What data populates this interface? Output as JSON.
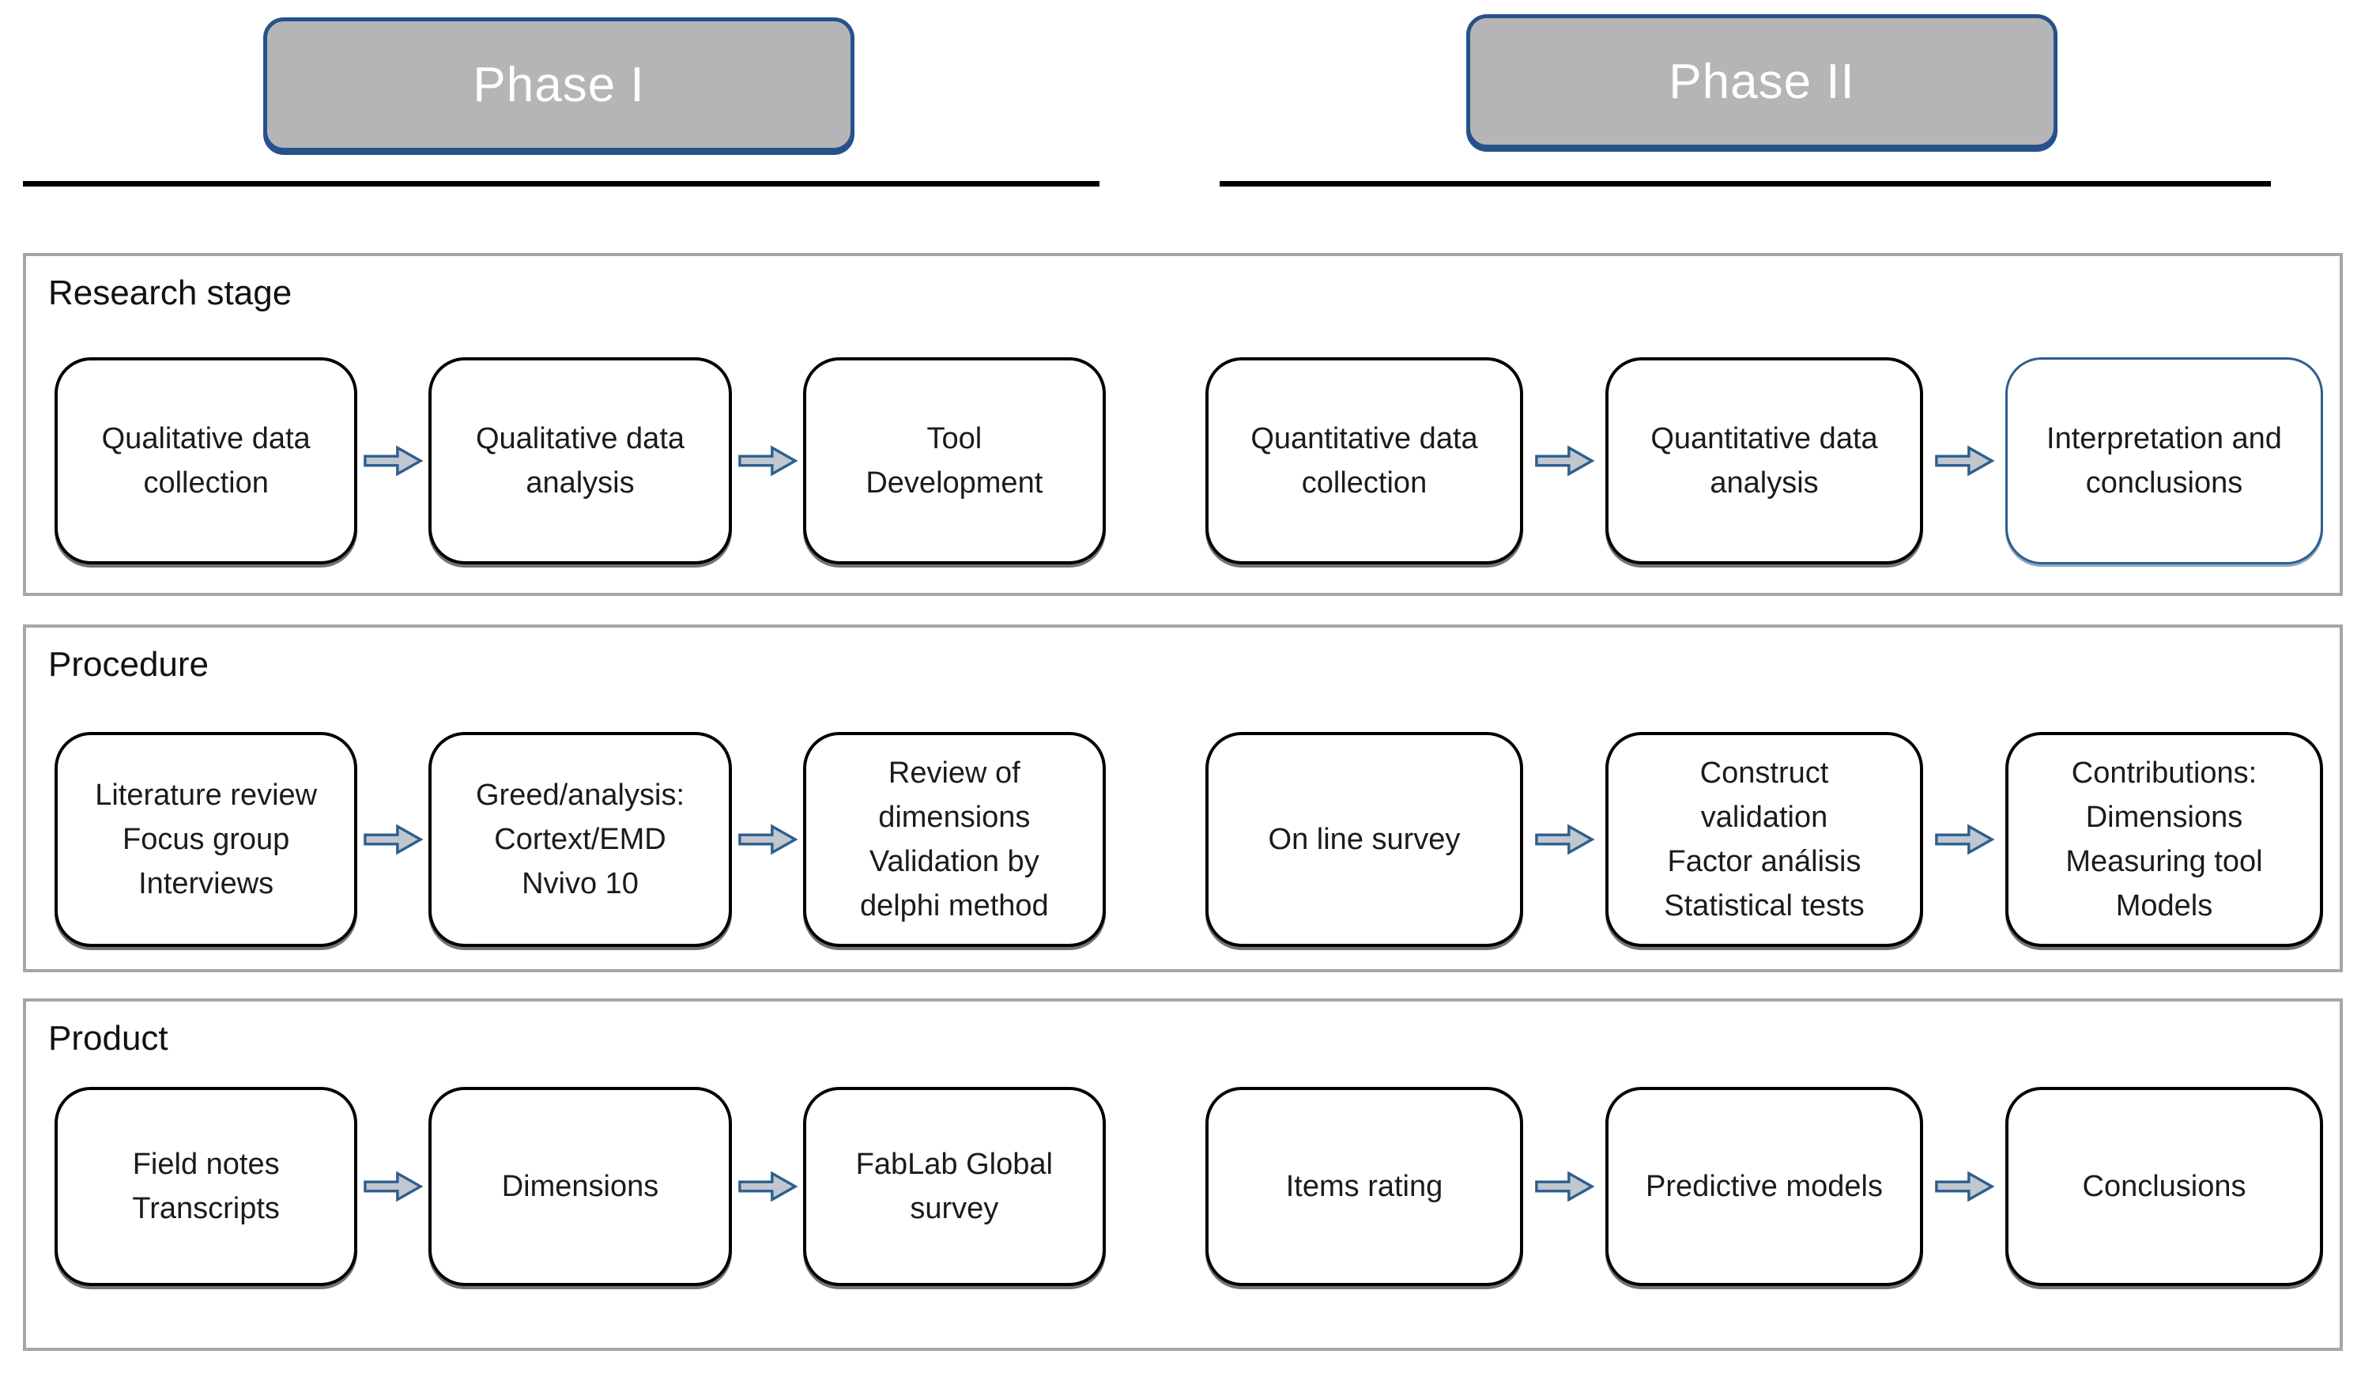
{
  "colors": {
    "accent_blue": "#27518a",
    "phase_fill": "#b5b5b7",
    "panel_border": "#a6a6a6",
    "box_border": "#000000",
    "highlight_border": "#2e5e8e",
    "arrow_fill": "#c2c7cf",
    "arrow_stroke": "#2c5f8f"
  },
  "phases": [
    {
      "label": "Phase I"
    },
    {
      "label": "Phase II"
    }
  ],
  "sections": [
    {
      "label": "Research stage",
      "phase1_boxes": [
        {
          "text": "Qualitative data\ncollection"
        },
        {
          "text": "Qualitative data\nanalysis"
        },
        {
          "text": "Tool\nDevelopment"
        }
      ],
      "phase2_boxes": [
        {
          "text": "Quantitative data\ncollection"
        },
        {
          "text": "Quantitative data\nanalysis"
        },
        {
          "text": "Interpretation and\nconclusions"
        }
      ]
    },
    {
      "label": "Procedure",
      "phase1_boxes": [
        {
          "text": "Literature review\nFocus group\nInterviews"
        },
        {
          "text": "Greed/analysis:\nCortext/EMD\nNvivo 10"
        },
        {
          "text": "Review of\ndimensions\nValidation by\ndelphi method"
        }
      ],
      "phase2_boxes": [
        {
          "text": "On line survey"
        },
        {
          "text": "Construct\nvalidation\nFactor análisis\nStatistical tests"
        },
        {
          "text": "Contributions:\nDimensions\nMeasuring tool\nModels"
        }
      ]
    },
    {
      "label": "Product",
      "phase1_boxes": [
        {
          "text": "Field notes\nTranscripts"
        },
        {
          "text": "Dimensions"
        },
        {
          "text": "FabLab Global\nsurvey"
        }
      ],
      "phase2_boxes": [
        {
          "text": "Items rating"
        },
        {
          "text": "Predictive models"
        },
        {
          "text": "Conclusions"
        }
      ]
    }
  ]
}
